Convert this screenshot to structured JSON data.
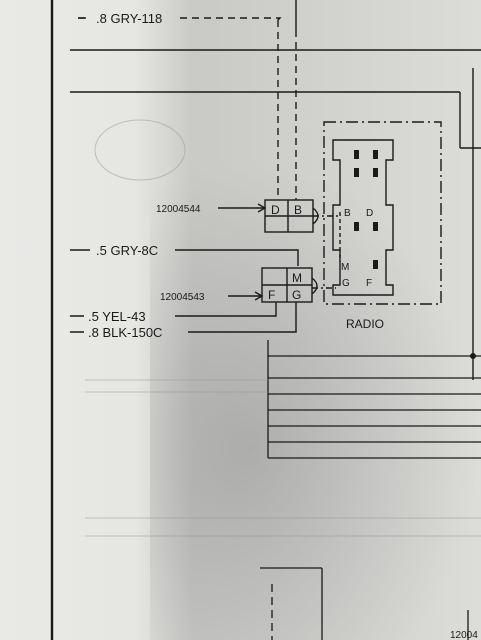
{
  "wires": {
    "gry118": ".8 GRY-118",
    "gry8c": ".5 GRY-8C",
    "yel43": ".5 YEL-43",
    "blk150c": ".8 BLK-150C"
  },
  "connectors": {
    "upper_part": "12004544",
    "lower_part": "12004543",
    "upper_pins": [
      "D",
      "B"
    ],
    "lower_pins": [
      "M",
      "F",
      "G"
    ],
    "bottom_right_part": "12004"
  },
  "radio": {
    "label": "RADIO",
    "pins_left": [
      "B",
      "M",
      "G"
    ],
    "pins_right": [
      "D",
      "F"
    ]
  }
}
